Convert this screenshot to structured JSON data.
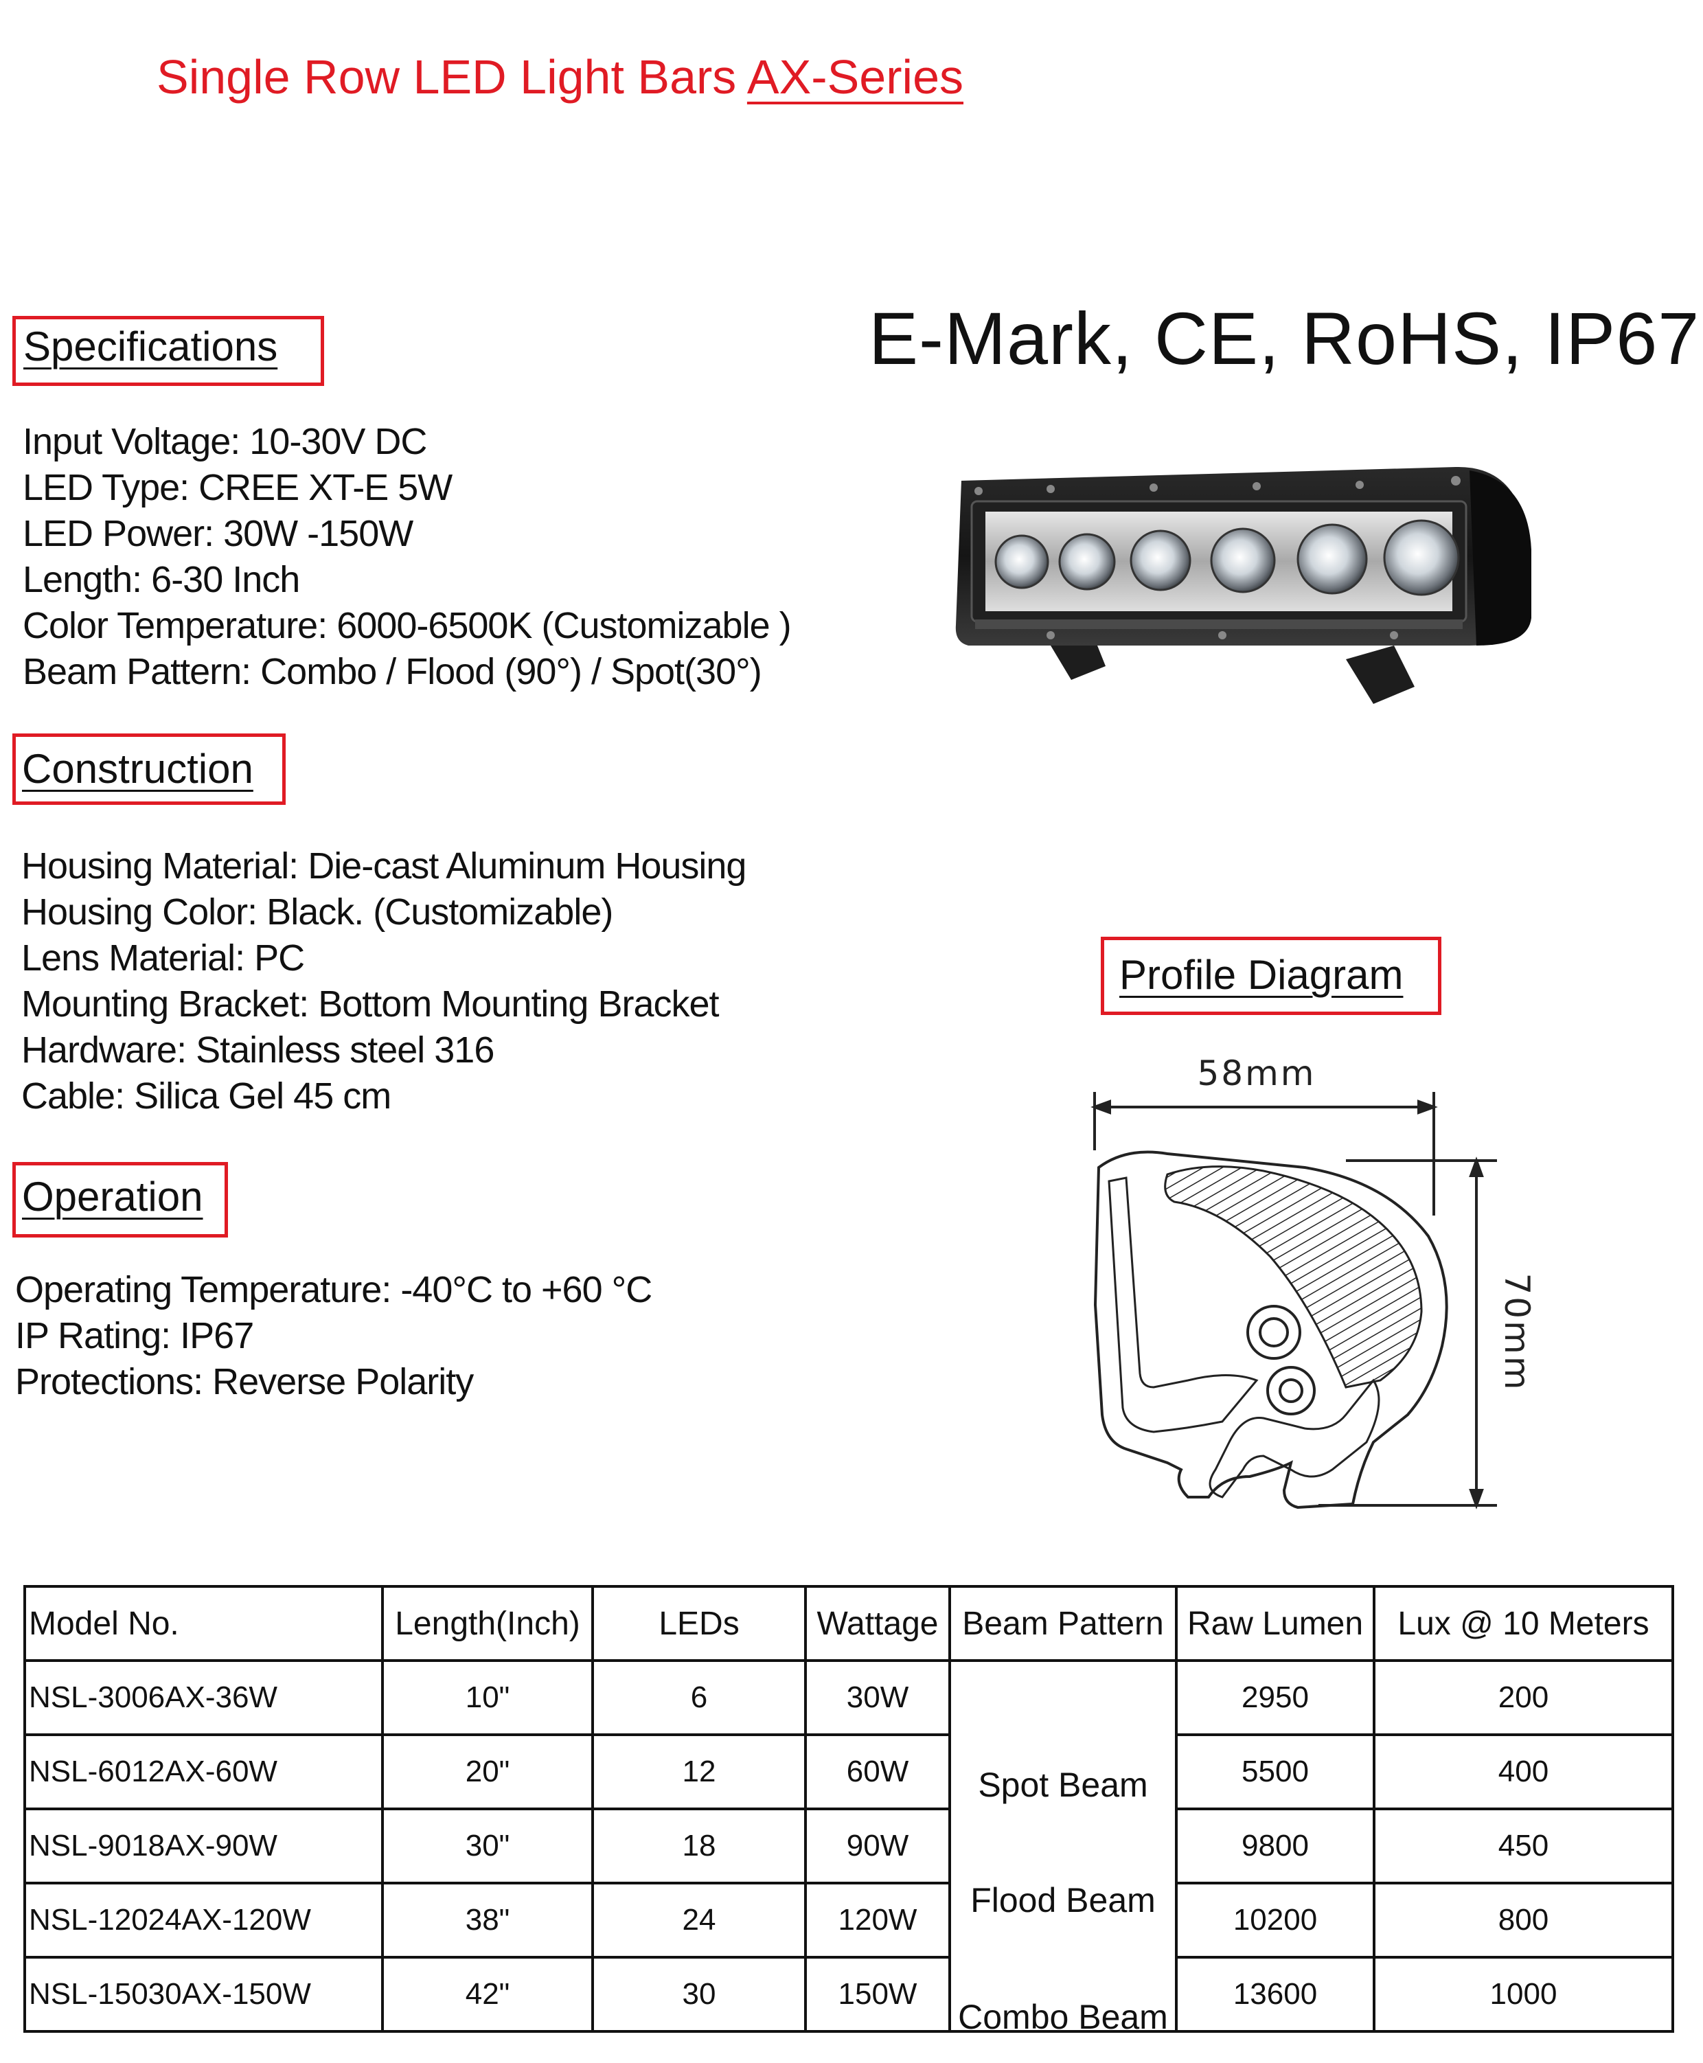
{
  "title": {
    "prefix": "Single Row LED Light Bars ",
    "series": "AX-Series"
  },
  "certifications": "E-Mark, CE, RoHS, IP67",
  "specifications": {
    "heading": "Specifications",
    "lines": [
      "Input Voltage: 10-30V DC",
      "LED Type:  CREE XT-E 5W",
      "LED Power: 30W -150W",
      "Length: 6-30 Inch",
      "Color Temperature: 6000-6500K (Customizable )",
      "Beam Pattern: Combo / Flood (90°) / Spot(30°)"
    ]
  },
  "construction": {
    "heading": "Construction",
    "lines": [
      "Housing Material: Die-cast Aluminum Housing",
      "Housing Color: Black.  (Customizable)",
      "Lens Material: PC",
      "Mounting Bracket: Bottom Mounting Bracket",
      "Hardware: Stainless steel 316",
      "Cable: Silica Gel 45 cm"
    ]
  },
  "operation": {
    "heading": "Operation",
    "lines": [
      "Operating Temperature: -40°C to +60 °C",
      "IP Rating: IP67",
      "Protections: Reverse Polarity"
    ]
  },
  "profile": {
    "heading": "Profile Diagram",
    "width_label": "58mm",
    "height_label": "70mm"
  },
  "table": {
    "headers": [
      "Model No.",
      "Length(Inch)",
      "LEDs",
      "Wattage",
      "Beam Pattern",
      "Raw Lumen",
      "Lux @ 10 Meters"
    ],
    "rows": [
      [
        "NSL-3006AX-36W",
        "10\"",
        "6",
        "30W",
        "2950",
        "200"
      ],
      [
        "NSL-6012AX-60W",
        "20\"",
        "12",
        "60W",
        "5500",
        "400"
      ],
      [
        "NSL-9018AX-90W",
        "30\"",
        "18",
        "90W",
        "9800",
        "450"
      ],
      [
        "NSL-12024AX-120W",
        "38\"",
        "24",
        "120W",
        "10200",
        "800"
      ],
      [
        "NSL-15030AX-150W",
        "42\"",
        "30",
        "150W",
        "13600",
        "1000"
      ]
    ],
    "beam_patterns": [
      "Spot  Beam",
      "Flood Beam",
      "Combo Beam"
    ]
  },
  "colors": {
    "accent_red": "#e01b24",
    "text": "#111111"
  }
}
